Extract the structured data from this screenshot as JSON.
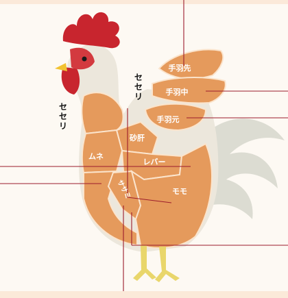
{
  "labels": {
    "teba_saki": "手羽先",
    "teba_naka": "手羽中",
    "teba_moto": "手羽元",
    "sunagimo": "砂肝",
    "mune": "ムネ",
    "reba": "レバー",
    "sasami": "ササミ",
    "momo": "モモ",
    "seseri_left_1": "セ",
    "seseri_left_2": "セ",
    "seseri_left_3": "リ",
    "seseri_right_1": "セ",
    "seseri_right_2": "セ",
    "seseri_right_3": "リ"
  },
  "colors": {
    "meat": "#e59a5c",
    "meat_line": "#fbe4cc",
    "body_pale": "#ece7dc",
    "comb": "#c8252e",
    "beak": "#f2c230",
    "feet": "#e9d66b",
    "tail": "#dcdcd2",
    "leader_line": "#9b1b2b",
    "background": "#fdf9f3"
  }
}
